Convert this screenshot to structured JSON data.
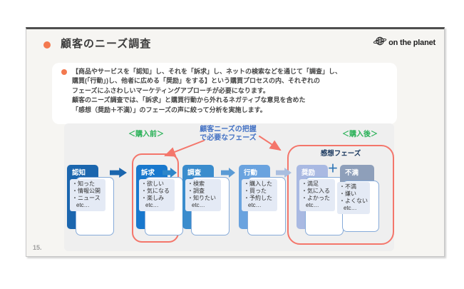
{
  "slide": {
    "title": "顧客のニーズ調査",
    "logo_text": "on the planet",
    "page_number": "15.",
    "intro_lines": [
      "【商品やサービスを「認知」し、それを「訴求」し、ネットの検索などを通じて「調査」し、",
      "購買(「行動」)し、他者に広める「奨励」をする】という購買プロセスの内、それぞれの",
      "フェーズにふさわしいマーケティングアプローチが必要になります。",
      "顧客のニーズ調査では、「訴求」と購買行動から外れるネガティブな意見を含めた",
      "「感想（奨励＋不満）」のフェーズの声に絞って分析を実施します。"
    ],
    "diagram": {
      "label_before": "＜購入前＞",
      "label_needed": [
        "顧客ニーズの把握",
        "で必要なフェーズ"
      ],
      "label_after": "＜購入後＞",
      "impression_label": "感想フェーズ",
      "plus": "＋",
      "accent_red": "#f4766b",
      "green": "#29b157",
      "blue_label_color": "#4472c4",
      "arrow_colors": [
        "#1b66ae",
        "#2e86c9",
        "#5b9bd5",
        "#a9bedf"
      ],
      "phases": [
        {
          "name": "認知",
          "color": "#1b66ae",
          "items": [
            "・知った",
            "・情報公開",
            "・ニュース",
            "etc…"
          ]
        },
        {
          "name": "訴求",
          "color": "#1878cd",
          "items": [
            "・欲しい",
            "・気になる",
            "・楽しみ",
            "etc…"
          ]
        },
        {
          "name": "調査",
          "color": "#3a8ccd",
          "items": [
            "・検索",
            "・調査",
            "・知りたい",
            "etc…"
          ]
        },
        {
          "name": "行動",
          "color": "#6aa3df",
          "items": [
            "・購入した",
            "・買った",
            "・予約した",
            "etc…"
          ]
        },
        {
          "name": "奨励",
          "color": "#a9b9e2",
          "items": [
            "・満足",
            "・気に入る",
            "・よかった",
            "etc…"
          ]
        },
        {
          "name": "不満",
          "color": "#8e9fba",
          "items": [
            "・不満",
            "・嫌い",
            "・よくない",
            "etc…"
          ]
        }
      ]
    }
  }
}
